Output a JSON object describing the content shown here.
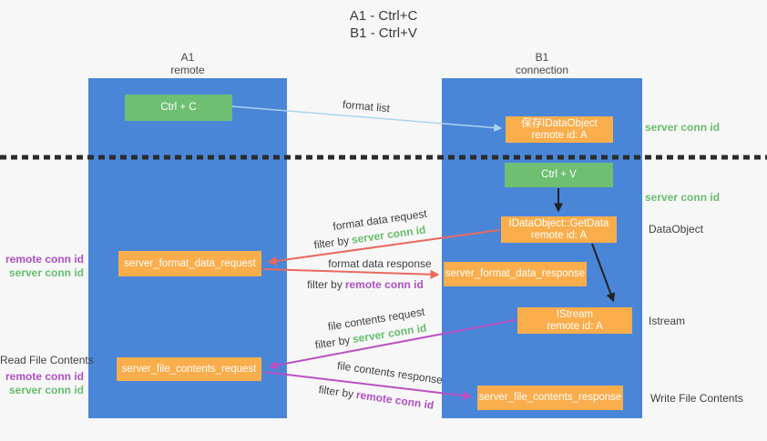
{
  "title": {
    "line1": "A1 - Ctrl+C",
    "line2": "B1 - Ctrl+V"
  },
  "lane_a": {
    "name": "A1",
    "subtitle": "remote"
  },
  "lane_b": {
    "name": "B1",
    "subtitle": "connection"
  },
  "boxes": {
    "ctrl_c": "Ctrl + C",
    "ctrl_v": "Ctrl + V",
    "save_dataobject_line1": "保存IDataObject",
    "save_dataobject_line2": "remote id: A",
    "getdata_line1": "IDataObject::GetData",
    "getdata_line2": "remote id: A",
    "istream_line1": "IStream",
    "istream_line2": "remote id: A",
    "format_request": "server_format_data_request",
    "format_response": "server_format_data_response",
    "file_request": "server_file_contents_request",
    "file_response": "server_file_contents_response"
  },
  "arrow_labels": {
    "format_list": "format list",
    "format_data_request": "format data request",
    "format_data_response": "format data response",
    "file_contents_request": "file contents request",
    "file_contents_response": "file contents response",
    "filter_by": "filter by",
    "server_conn_id": "server conn id",
    "remote_conn_id": "remote conn id"
  },
  "side_labels": {
    "server_conn_id_right_top": "server conn id",
    "server_conn_id_right_mid": "server conn id",
    "dataobject": "DataObject",
    "istream": "Istream",
    "write_file_contents": "Write File Contents",
    "read_file_contents": "Read File Contents",
    "remote_conn_id_left_1": "remote conn id",
    "server_conn_id_left_1": "server conn id",
    "remote_conn_id_left_2": "remote conn id",
    "server_conn_id_left_2": "server conn id"
  },
  "colors": {
    "lane_blue": "#4a86d8",
    "box_green": "#6fbf72",
    "box_orange": "#f9ad4b",
    "arrow_red": "#e8695e",
    "arrow_magenta": "#bc4fc4",
    "arrow_light_blue": "#a9d4ef",
    "arrow_black": "#222222",
    "text_green": "#67bd6e",
    "text_purple": "#af4fc5",
    "background": "#f7f7f7"
  }
}
